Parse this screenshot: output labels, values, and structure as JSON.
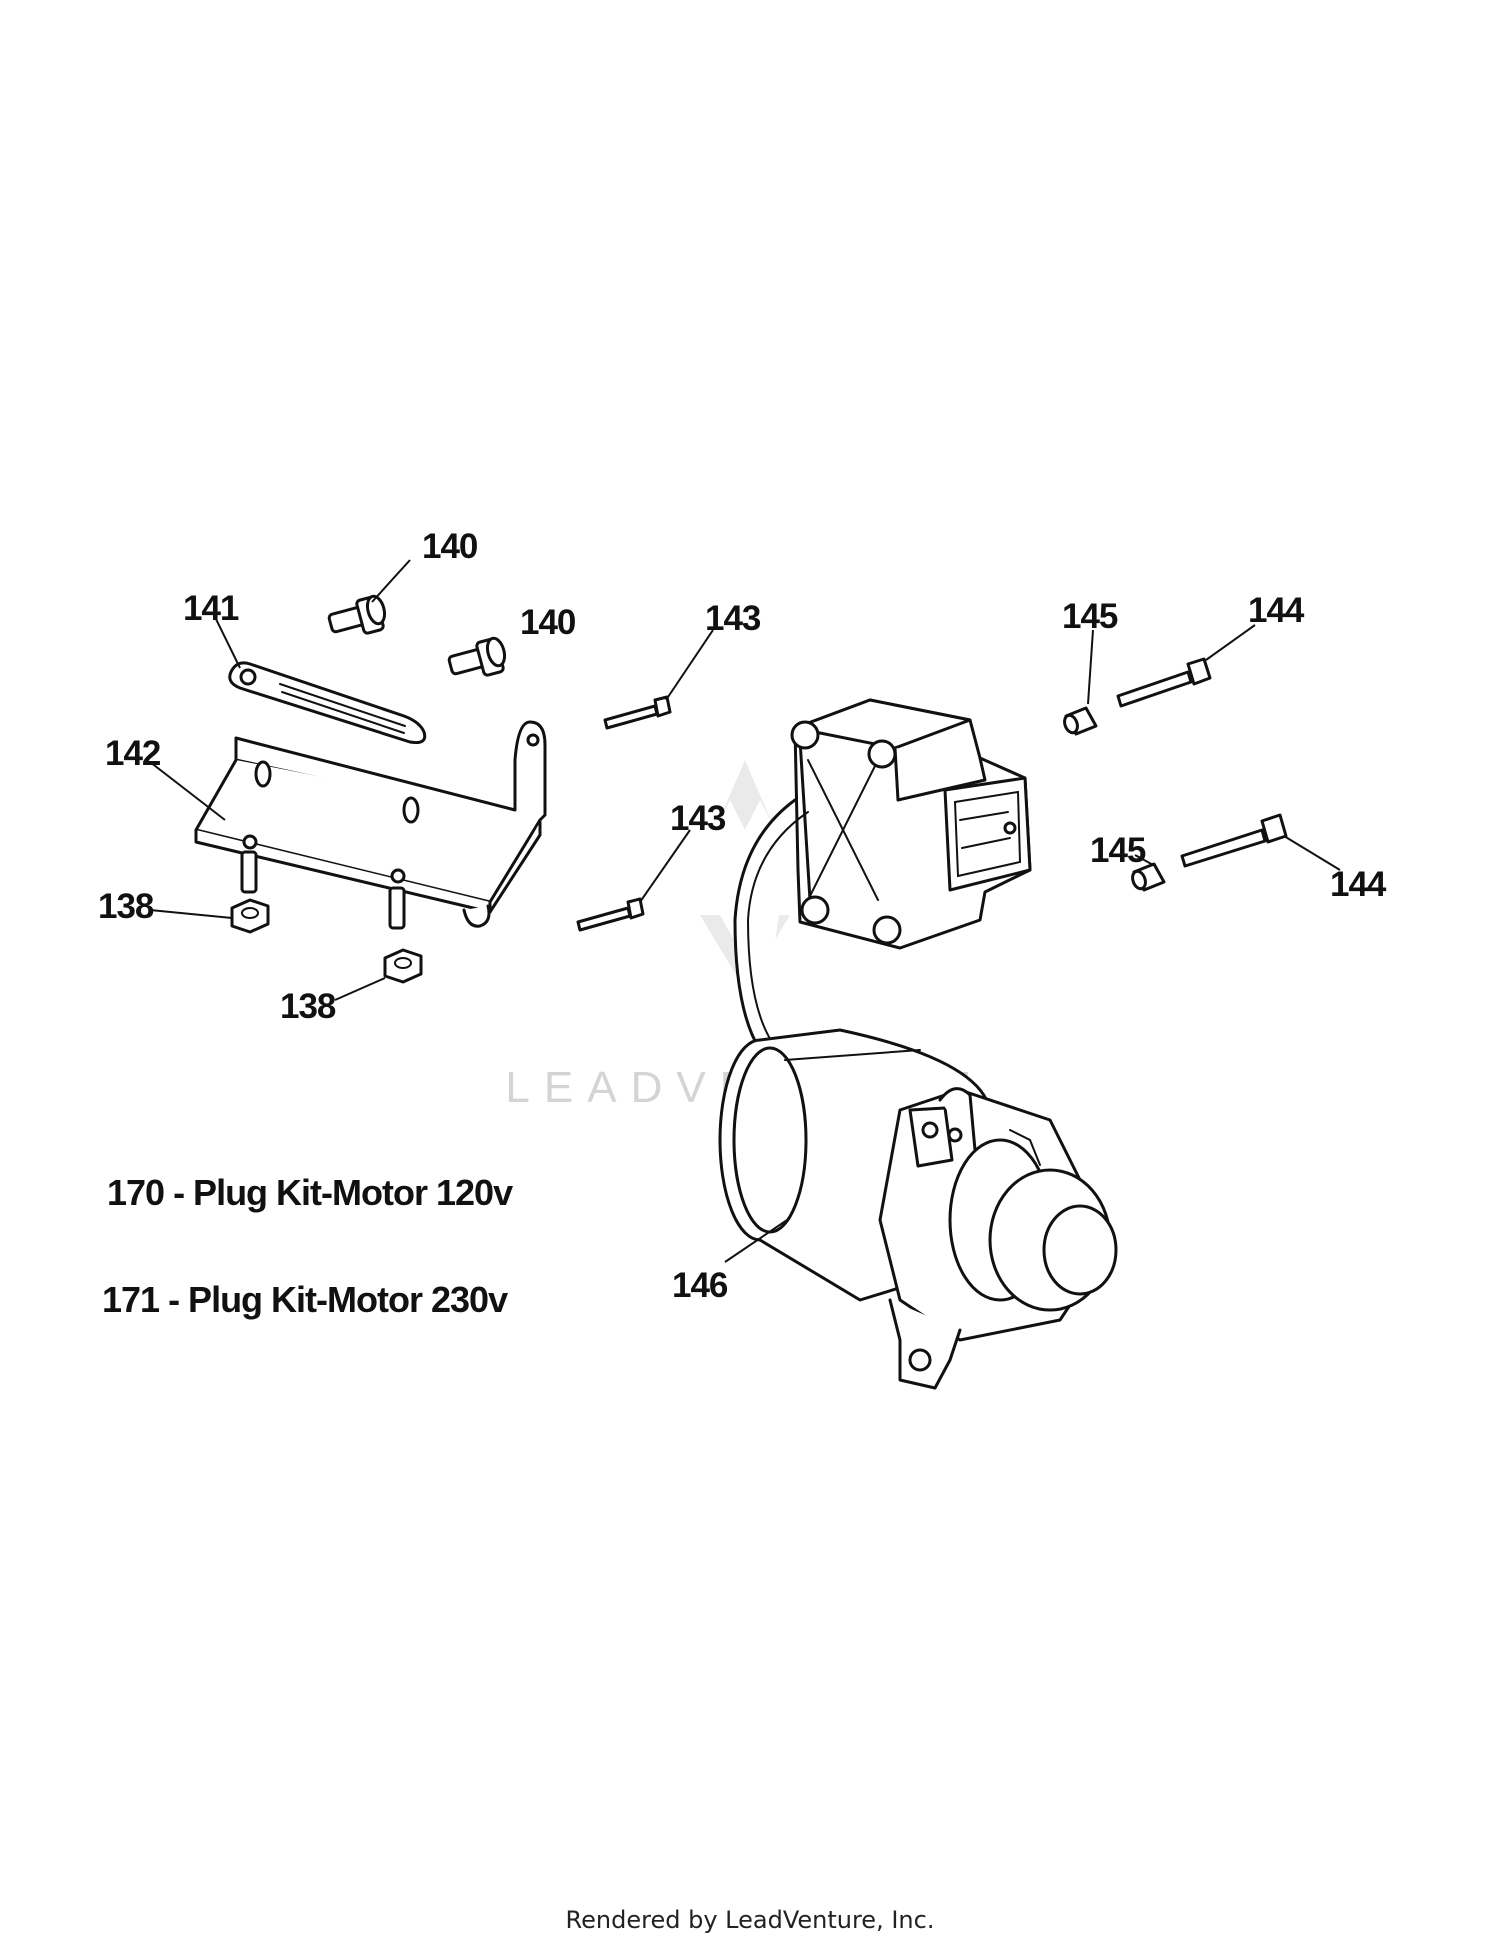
{
  "callouts": {
    "c140a": "140",
    "c140b": "140",
    "c141": "141",
    "c142": "142",
    "c143a": "143",
    "c143b": "143",
    "c145a": "145",
    "c144a": "144",
    "c145b": "145",
    "c144b": "144",
    "c138a": "138",
    "c138b": "138",
    "c146": "146"
  },
  "notes": {
    "n170": "170 - Plug Kit-Motor 120v",
    "n171": "171 - Plug Kit-Motor 230v"
  },
  "watermark": "LEADVENTURE",
  "footer": "Rendered by LeadVenture, Inc."
}
